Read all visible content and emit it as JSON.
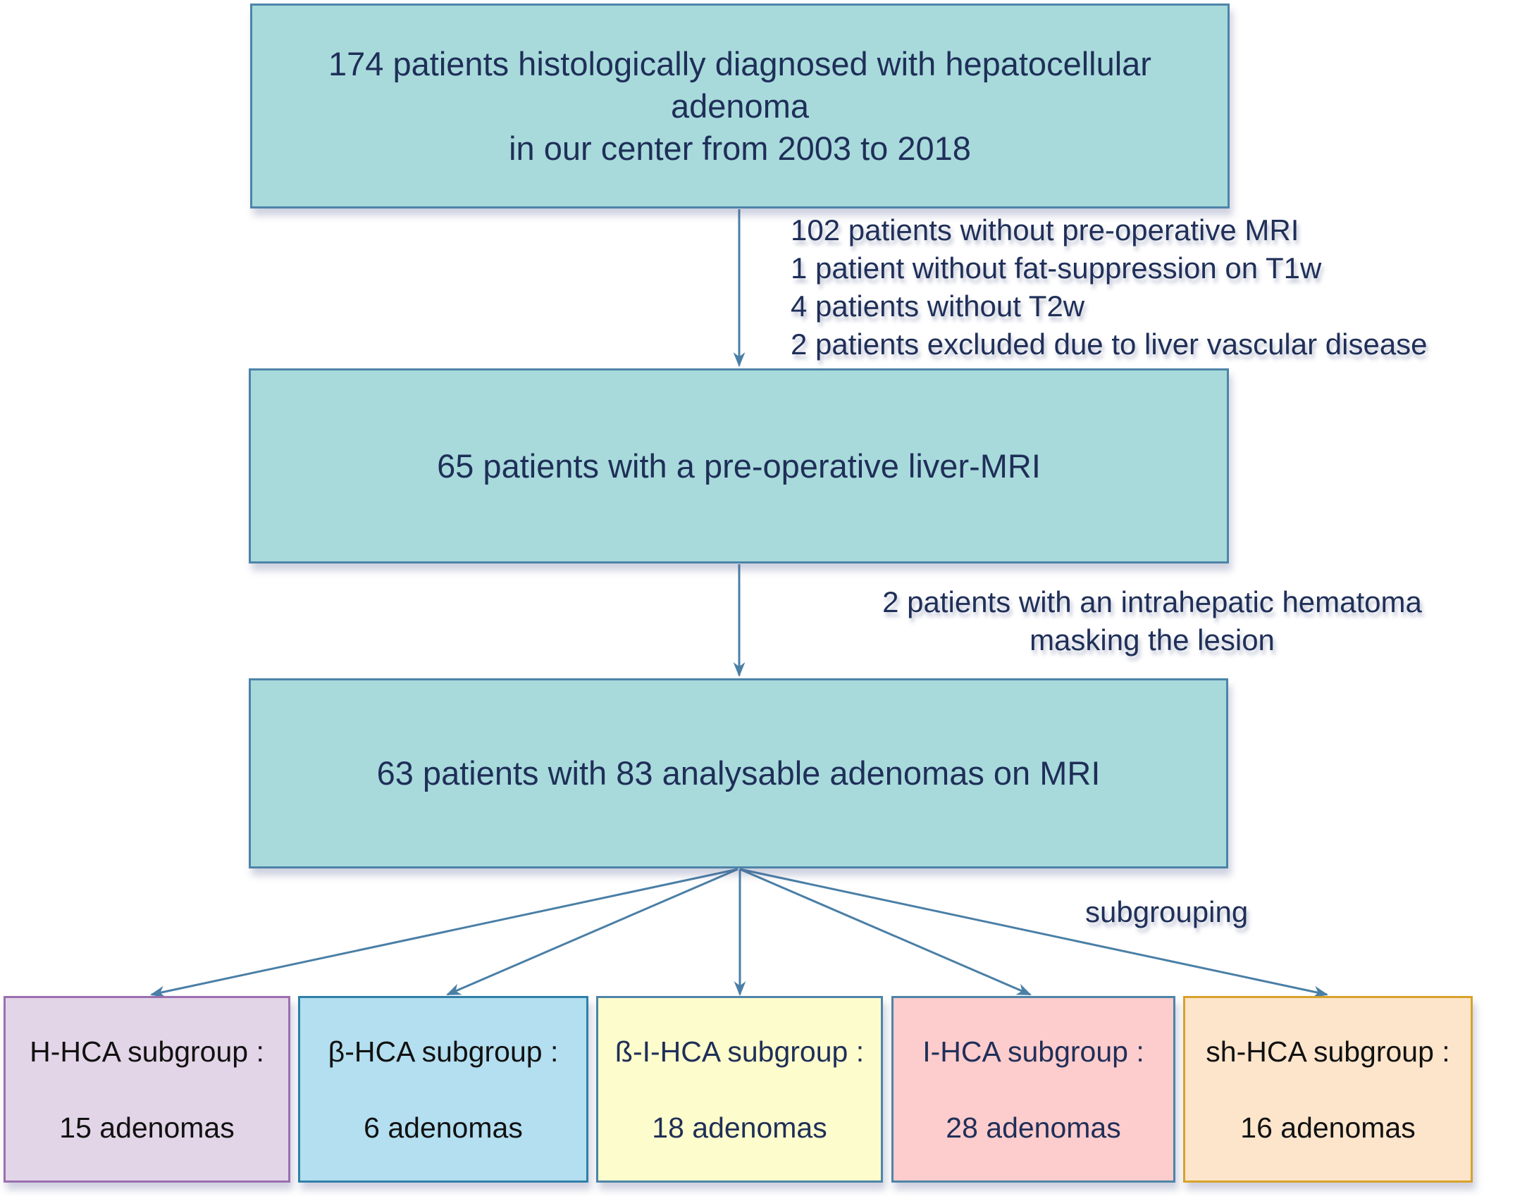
{
  "flowchart": {
    "stages": [
      {
        "id": "initial-cohort",
        "lines": [
          "174 patients histologically diagnosed with hepatocellular",
          "adenoma",
          "in our center from 2003 to 2018"
        ]
      },
      {
        "id": "mri-cohort",
        "lines": [
          "65 patients with a pre-operative liver-MRI"
        ]
      },
      {
        "id": "analysable-cohort",
        "lines": [
          "63 patients with 83 analysable adenomas on MRI"
        ]
      }
    ],
    "exclusions": [
      {
        "between": [
          "initial-cohort",
          "mri-cohort"
        ],
        "lines": [
          "102 patients without pre-operative MRI",
          "1 patient without fat-suppression on T1w",
          "4 patients without T2w",
          "2 patients excluded due to liver vascular disease"
        ]
      },
      {
        "between": [
          "mri-cohort",
          "analysable-cohort"
        ],
        "lines": [
          "2 patients with an intrahepatic hematoma",
          "masking the lesion"
        ]
      }
    ],
    "split_label": "subgrouping",
    "subgroups": [
      {
        "title": "H-HCA subgroup :",
        "count": "15 adenomas",
        "fill": "#e3d5e8",
        "border": "#9b6fae",
        "text": "#111111"
      },
      {
        "title": "β-HCA subgroup :",
        "count": "6 adenomas",
        "fill": "#b3dff0",
        "border": "#2f7fa8",
        "text": "#111111"
      },
      {
        "title": "ß-I-HCA subgroup :",
        "count": "18 adenomas",
        "fill": "#fdfccc",
        "border": "#4d84a8",
        "text": "#1f2f58"
      },
      {
        "title": "I-HCA subgroup :",
        "count": "28 adenomas",
        "fill": "#fdcccc",
        "border": "#4d84a8",
        "text": "#1f2f58"
      },
      {
        "title": "sh-HCA subgroup :",
        "count": "16 adenomas",
        "fill": "#fde5cc",
        "border": "#d8a22a",
        "text": "#111111"
      }
    ],
    "colors": {
      "stage_fill": "#a8dadc",
      "stage_border": "#4d84a8",
      "arrow": "#4a7fa6",
      "text": "#1f2f58"
    }
  }
}
